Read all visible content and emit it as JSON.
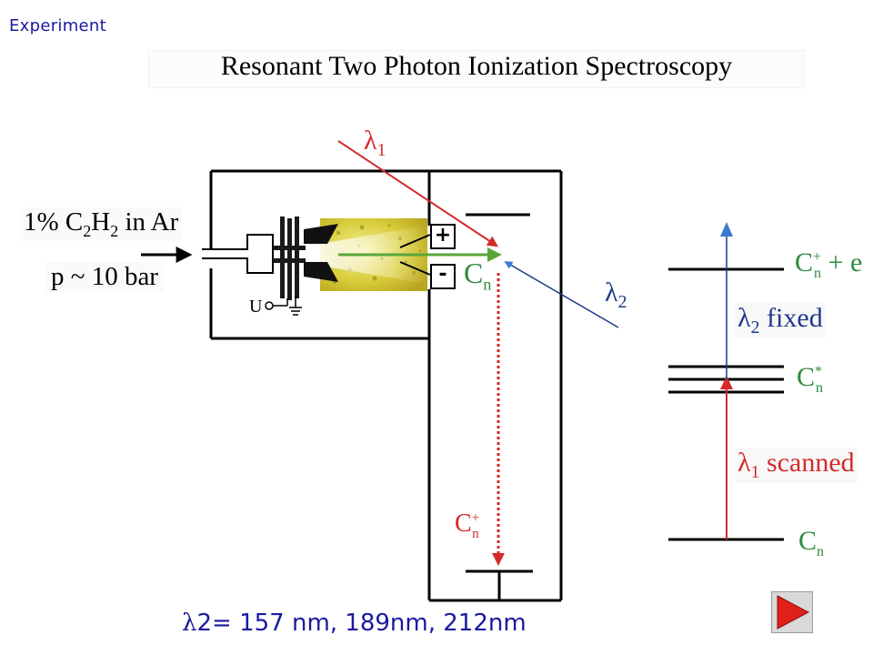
{
  "header": "Experiment",
  "title": "Resonant Two Photon Ionization Spectroscopy",
  "gas_mixture": {
    "percent": "1%",
    "species_C": "C",
    "species_sub1": "2",
    "species_H": "H",
    "species_sub2": "2",
    "carrier": "in Ar"
  },
  "pressure": "p ~ 10 bar",
  "voltage_label": "U",
  "electrodes": {
    "plus": "+",
    "minus": "-"
  },
  "laser1": {
    "symbol": "λ",
    "sub": "1"
  },
  "laser2": {
    "symbol": "λ",
    "sub": "2"
  },
  "cluster_label": {
    "base": "C",
    "sub": "n"
  },
  "ion_detected": {
    "base": "C",
    "sup": "+",
    "sub": "n"
  },
  "levels": {
    "ionized": {
      "base": "C",
      "sup": "+",
      "sub": "n",
      "rest": " + e"
    },
    "excited": {
      "base": "C",
      "sup": "*",
      "sub": "n"
    },
    "ground": {
      "base": "C",
      "sub": "n"
    }
  },
  "transition_fixed": {
    "symbol": "λ",
    "sub": "2",
    "text": " fixed"
  },
  "transition_scanned": {
    "symbol": "λ",
    "sub": "1",
    "text": " scanned"
  },
  "wavelengths_symbol": "λ",
  "wavelengths_text": "2= 157 nm, 189nm, 212nm",
  "colors": {
    "laser1": "#d42a2a",
    "laser2": "#1e3a8a",
    "cluster_beam": "#5aa63a",
    "level_labels": "#2e8b3e",
    "header": "#1a1aa0",
    "nav_arrow": "#e0201a"
  },
  "nav": {
    "next_icon": "play-arrow-icon"
  }
}
